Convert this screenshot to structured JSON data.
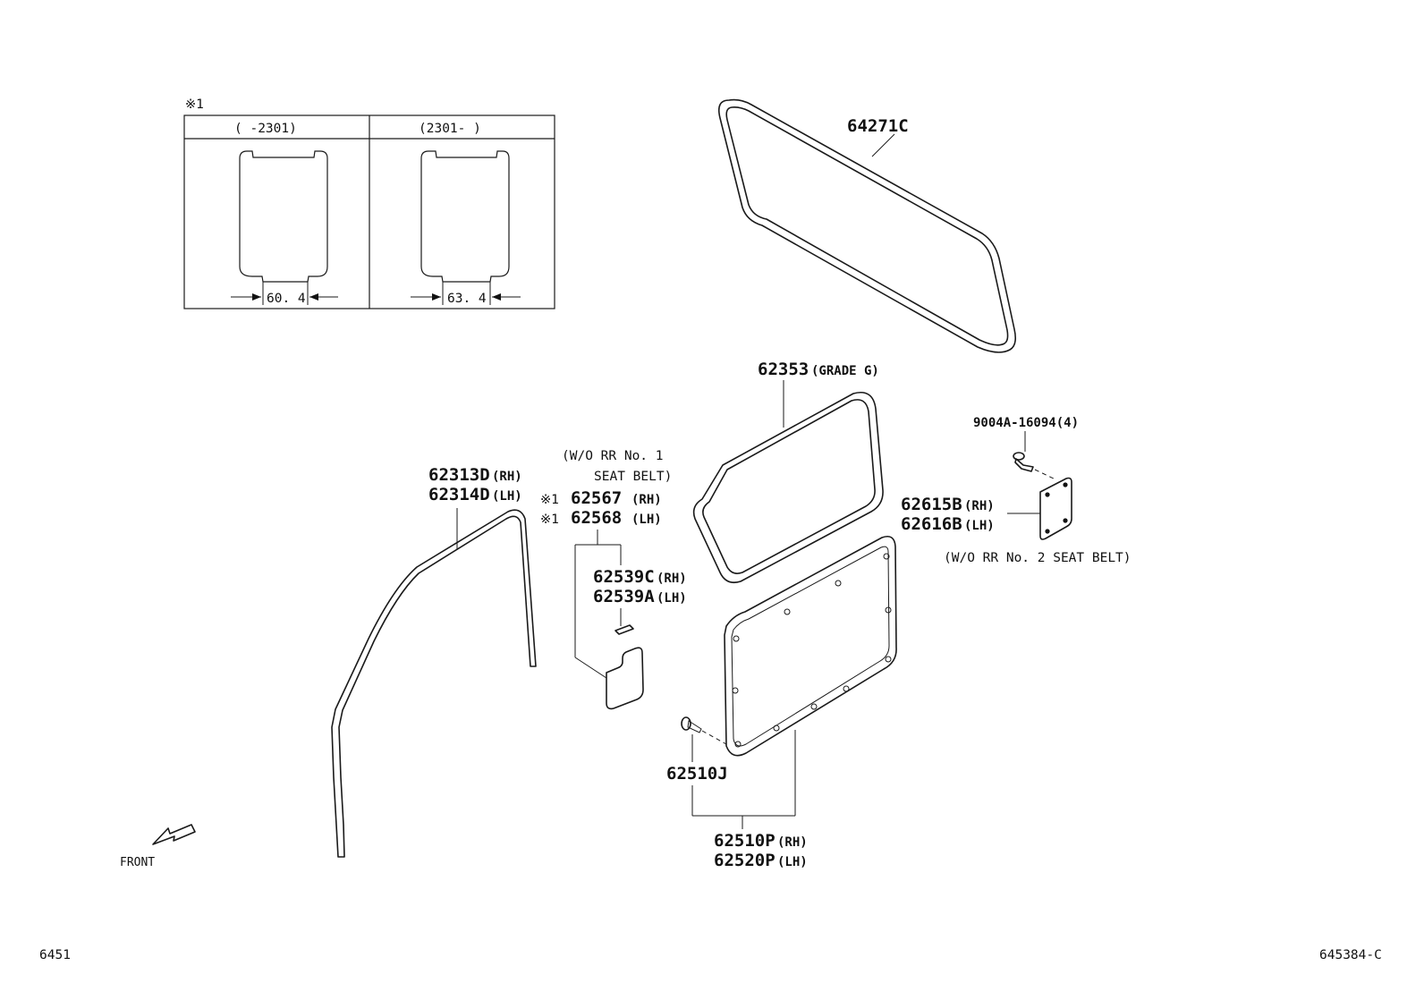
{
  "inset": {
    "mark": "※1",
    "col_left": "(     -2301)",
    "col_right": "(2301-     )",
    "dim_left": "60. 4",
    "dim_right": "63. 4"
  },
  "labels": {
    "p64271c": "64271C",
    "p62353": "62353",
    "p62353_note": "(GRADE G)",
    "p9004a": "9004A-16094(4)",
    "p62615b": "62615B",
    "p62616b": "62616B",
    "rh": "(RH)",
    "lh": "(LH)",
    "note_no2": "(W/O RR No. 2 SEAT BELT)",
    "p62313d": "62313D",
    "p62314d": "62314D",
    "note_no1_a": "(W/O RR No. 1",
    "note_no1_b": "SEAT BELT)",
    "mark1": "※1",
    "mark2": "※1",
    "p62567": "62567",
    "p62568": "62568",
    "p62539c": "62539C",
    "p62539a": "62539A",
    "p62510j": "62510J",
    "p62510p": "62510P",
    "p62520p": "62520P",
    "front": "FRONT",
    "page_left": "6451",
    "page_right": "645384-C"
  }
}
